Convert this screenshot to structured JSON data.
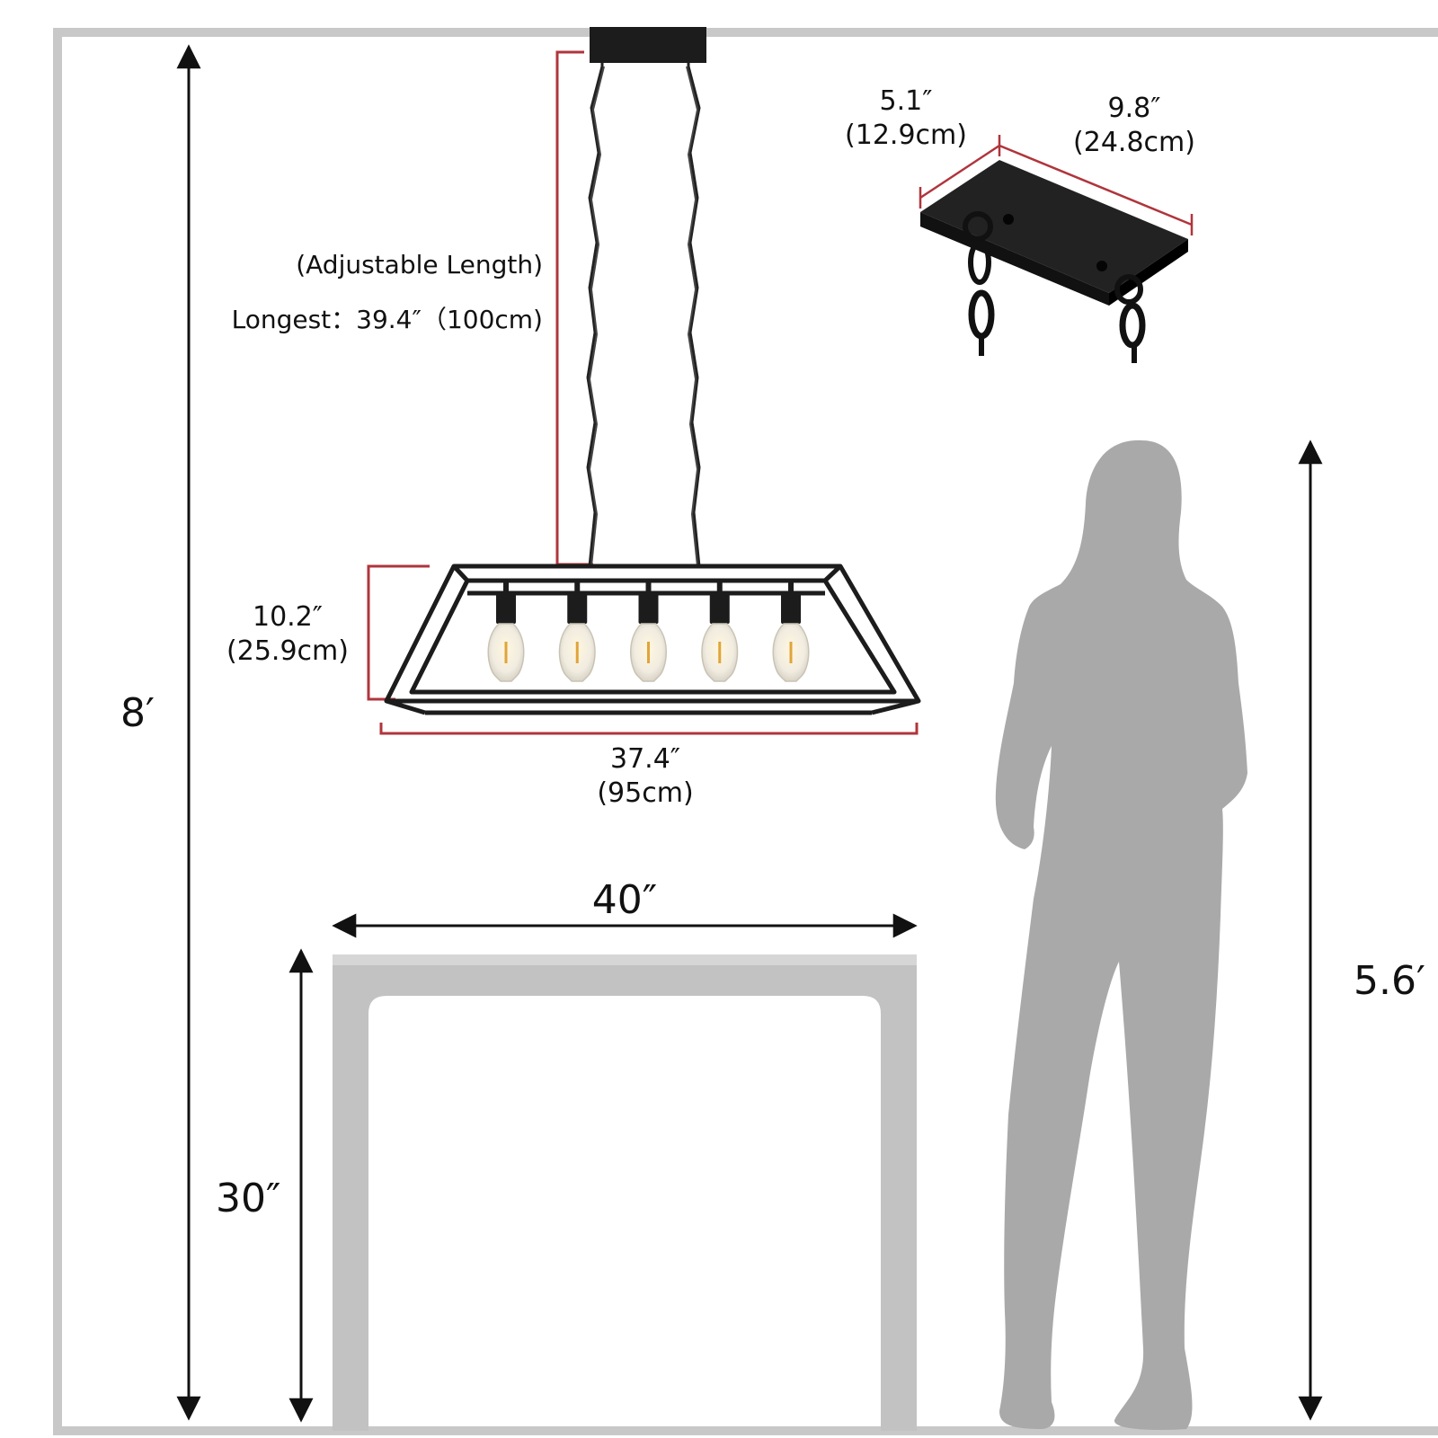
{
  "room": {
    "ceiling_height": "8′",
    "table_height": "30″",
    "table_width": "40″",
    "person_height": "5.6′"
  },
  "fixture": {
    "chain_note_line1": "(Adjustable Length)",
    "chain_note_line2": "Longest：39.4″（100cm)",
    "height_in": "10.2″",
    "height_cm": "(25.9cm)",
    "width_in": "37.4″",
    "width_cm": "(95cm)",
    "bulb_count": 5
  },
  "canopy": {
    "depth_in": "5.1″",
    "depth_cm": "(12.9cm)",
    "length_in": "9.8″",
    "length_cm": "(24.8cm)"
  },
  "colors": {
    "wall": "#c8c8c8",
    "dimension_red": "#b0353c",
    "fixture_black": "#1c1c1c",
    "silhouette_gray": "#a9a9a9",
    "table_gray": "#c2c2c2"
  }
}
